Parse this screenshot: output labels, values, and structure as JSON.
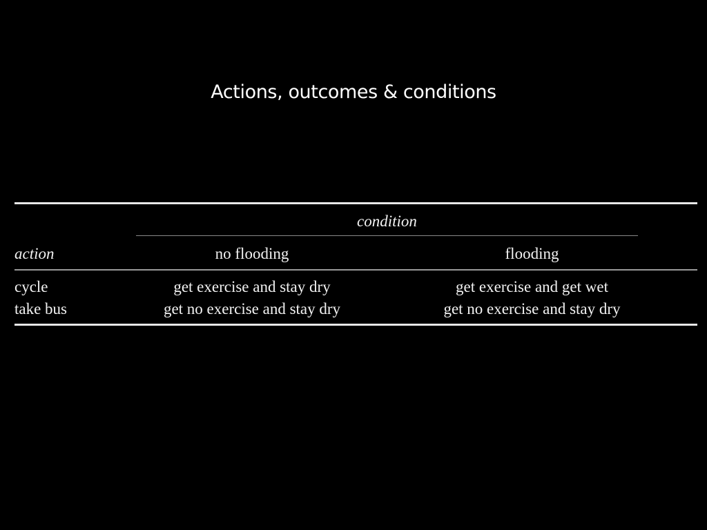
{
  "slide": {
    "title": "Actions, outcomes & conditions"
  },
  "table": {
    "condition_label": "condition",
    "action_label": "action",
    "columns": [
      "no flooding",
      "flooding"
    ],
    "rows": [
      {
        "action": "cycle",
        "outcomes": [
          "get exercise and stay dry",
          "get exercise and get wet"
        ]
      },
      {
        "action": "take bus",
        "outcomes": [
          "get no exercise and stay dry",
          "get no exercise and stay dry"
        ]
      }
    ]
  }
}
